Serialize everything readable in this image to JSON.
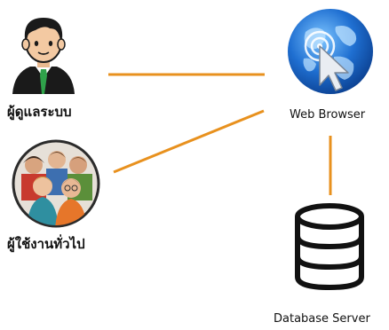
{
  "diagram": {
    "nodes": {
      "admin": {
        "label": "ผู้ดูแลระบบ",
        "icon": "admin-user-icon"
      },
      "users": {
        "label": "ผู้ใช้งานทั่วไป",
        "icon": "user-group-icon"
      },
      "browser": {
        "label": "Web Browser",
        "icon": "web-browser-icon"
      },
      "database": {
        "label": "Database Server",
        "icon": "database-icon"
      }
    },
    "edges": [
      {
        "from": "admin",
        "to": "browser"
      },
      {
        "from": "users",
        "to": "browser"
      },
      {
        "from": "browser",
        "to": "database"
      }
    ],
    "colors": {
      "connector": "#e8911e",
      "globe": "#1f6fd1",
      "database": "#111111"
    }
  }
}
